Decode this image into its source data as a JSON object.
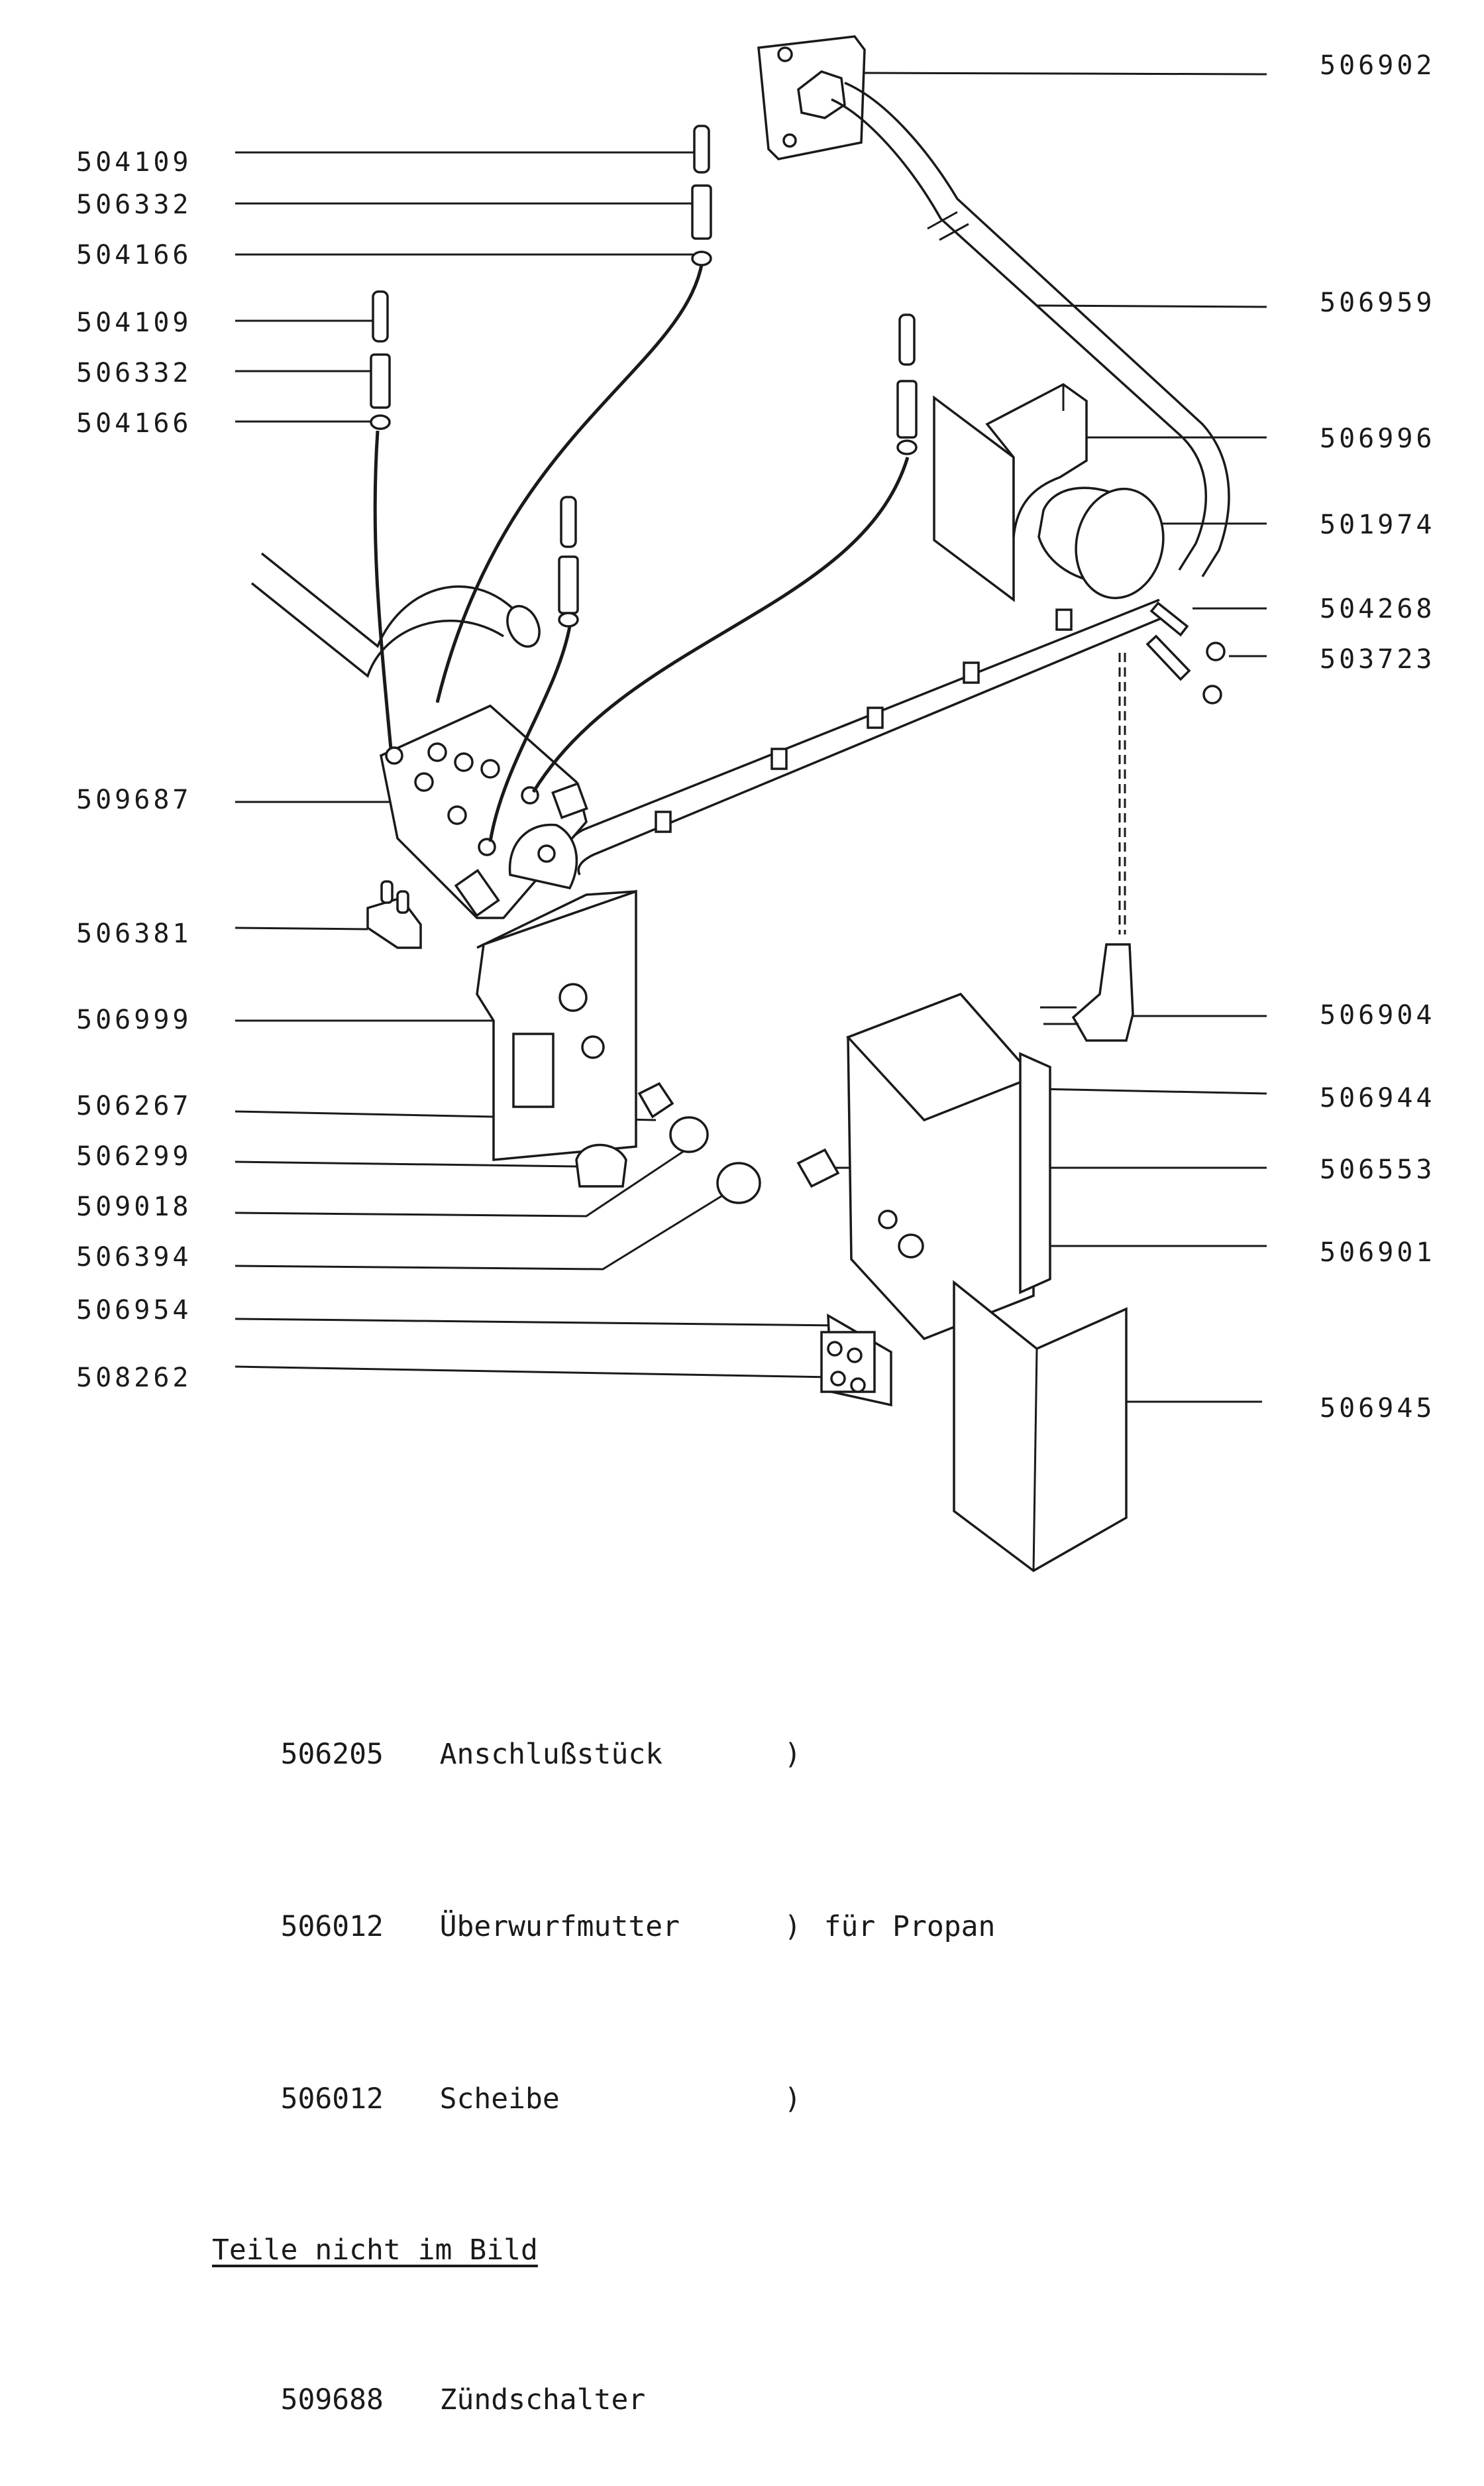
{
  "callouts_left": [
    "504109",
    "506332",
    "504166",
    "504109",
    "506332",
    "504166",
    "509687",
    "506381",
    "506999",
    "506267",
    "506299",
    "509018",
    "506394",
    "506954",
    "508262"
  ],
  "callouts_right": [
    "506902",
    "506959",
    "506996",
    "501974",
    "504268",
    "503723",
    "506904",
    "506944",
    "506553",
    "506901",
    "506945"
  ],
  "notes": {
    "rows": [
      {
        "num": "506205",
        "name": "Anschlußstück",
        "paren": ")",
        "extra": ""
      },
      {
        "num": "506012",
        "name": "Überwurfmutter",
        "paren": ")",
        "extra": "für Propan"
      },
      {
        "num": "506012",
        "name": "Scheibe",
        "paren": ")",
        "extra": ""
      }
    ],
    "heading": "Teile nicht im Bild",
    "extra_row": {
      "num": "509688",
      "name": "Zündschalter"
    }
  }
}
